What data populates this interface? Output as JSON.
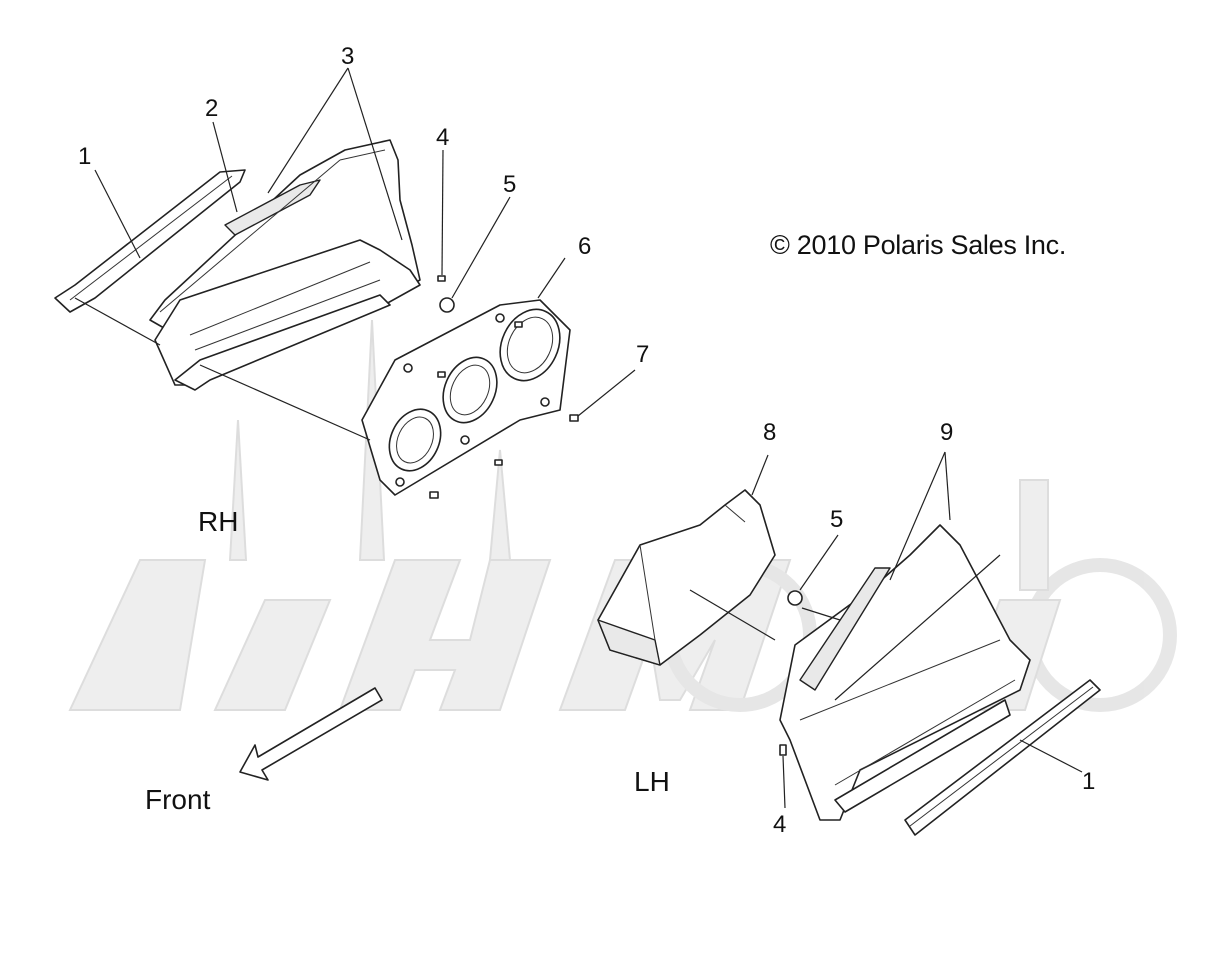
{
  "diagram": {
    "copyright": "© 2010 Polaris Sales Inc.",
    "watermark_text": "AEHMOTO",
    "side_labels": {
      "rh": "RH",
      "lh": "LH"
    },
    "direction_label": "Front",
    "callouts_rh": [
      "1",
      "2",
      "3",
      "4",
      "5",
      "6",
      "7"
    ],
    "callouts_lh": [
      "8",
      "9",
      "5",
      "1",
      "4"
    ]
  }
}
